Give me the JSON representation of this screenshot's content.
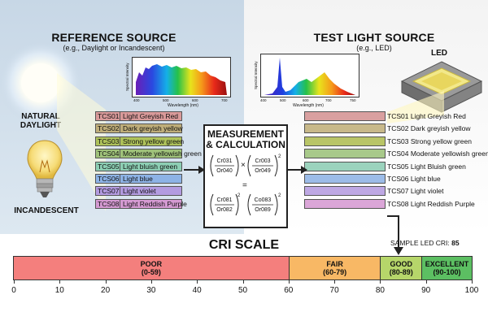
{
  "left": {
    "title": "REFERENCE SOURCE",
    "subtitle": "(e.g., Daylight or Incandescent)",
    "natural_daylight": "NATURAL DAYLIGHT",
    "incandescent": "INCANDESCENT"
  },
  "right": {
    "title": "TEST LIGHT SOURCE",
    "subtitle": "(e.g., LED)",
    "led_label": "LED"
  },
  "spectrum": {
    "ylabel": "Spectral Intensity",
    "xlabel": "Wavelength (nm)",
    "ticks": [
      "400",
      "500",
      "600",
      "700"
    ],
    "ticks_right": [
      "400",
      "500",
      "600",
      "700",
      "750"
    ]
  },
  "tcs_left": [
    {
      "code": "TCS01",
      "name": "Light Greyish Red",
      "color": "#d99a9a"
    },
    {
      "code": "TCS02",
      "name": "Dark greyish yellow",
      "color": "#bfae7a"
    },
    {
      "code": "TCS03",
      "name": "Strong yellow green",
      "color": "#aec25a"
    },
    {
      "code": "TCS04",
      "name": "Moderate yellowish green",
      "color": "#9fc27a"
    },
    {
      "code": "TCS05",
      "name": "Light bluish green",
      "color": "#8dcfb4"
    },
    {
      "code": "TCS06",
      "name": "Light blue",
      "color": "#8db3e6"
    },
    {
      "code": "TCS07",
      "name": "Light violet",
      "color": "#b39be0"
    },
    {
      "code": "TCS08",
      "name": "Light Reddish Purple",
      "color": "#d59ad2"
    }
  ],
  "tcs_right": [
    {
      "code": "TCS01",
      "name": "Light Greyish Red",
      "color": "#d9a0a0"
    },
    {
      "code": "TCS02",
      "name": "Dark greyish yellow",
      "color": "#c8b98a"
    },
    {
      "code": "TCS03",
      "name": "Strong yellow green",
      "color": "#b9c567"
    },
    {
      "code": "TCS04",
      "name": "Moderate yellowish green",
      "color": "#a8c98a"
    },
    {
      "code": "TCS05",
      "name": "Light Bluish green",
      "color": "#9bd3bd"
    },
    {
      "code": "TCS06",
      "name": "Light blue",
      "color": "#9cbce8"
    },
    {
      "code": "TCS07",
      "name": "Light violet",
      "color": "#bea8e4"
    },
    {
      "code": "TCS08",
      "name": "Light Reddish Purple",
      "color": "#dba6d8"
    }
  ],
  "calc": {
    "title": "MEASUREMENT & CALCULATION",
    "f1_num": "Cr031",
    "f1_den": "Or040",
    "f2_num": "Cr003",
    "f2_den": "Or049",
    "f3_num": "Cr081",
    "f3_den": "Or082",
    "f4_num": "Co083",
    "f4_den": "Or089",
    "times": "×",
    "equals": "=",
    "square": "2"
  },
  "cri": {
    "title": "CRI SCALE",
    "sample_label": "SAMPLE LED CRI:",
    "sample_value": "85",
    "sample_numeric": 85,
    "segments": [
      {
        "name": "POOR",
        "range": "(0-59)",
        "from": 0,
        "to": 60,
        "color": "#f47f7d"
      },
      {
        "name": "FAIR",
        "range": "(60-79)",
        "from": 60,
        "to": 80,
        "color": "#f8b865"
      },
      {
        "name": "GOOD",
        "range": "(80-89)",
        "from": 80,
        "to": 89,
        "color": "#b6d66a"
      },
      {
        "name": "EXCELLENT",
        "range": "(90-100)",
        "from": 89,
        "to": 100,
        "color": "#5cbf62"
      }
    ],
    "ticks": [
      "0",
      "10",
      "20",
      "30",
      "40",
      "50",
      "60",
      "70",
      "80",
      "90",
      "100"
    ]
  }
}
